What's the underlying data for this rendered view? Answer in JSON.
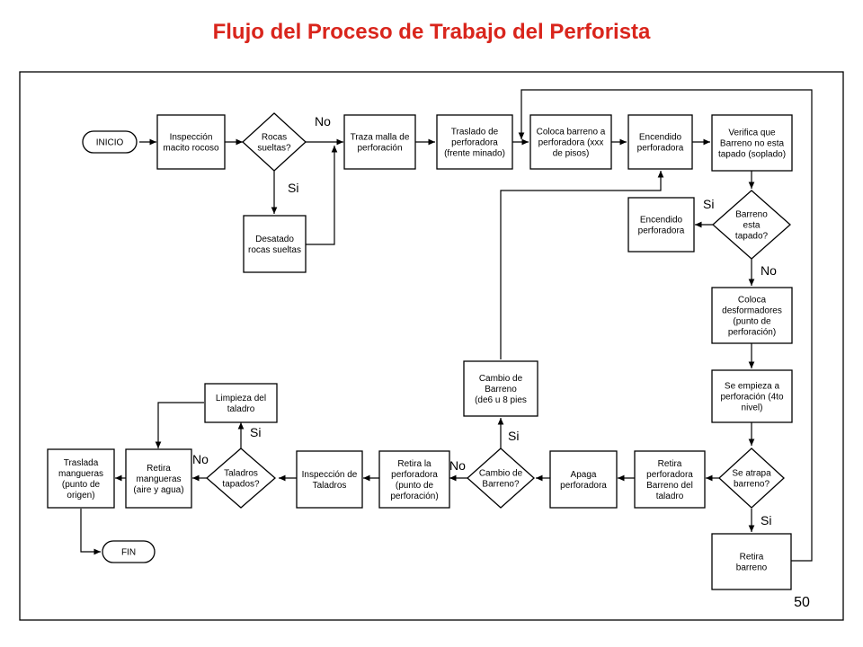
{
  "title": "Flujo del Proceso de Trabajo del Perforista",
  "page_number": "50",
  "nodes": {
    "inicio": [
      "INICIO"
    ],
    "inspeccion_macizo": [
      "Inspección",
      "macito rocoso"
    ],
    "rocas_sueltas": [
      "Rocas",
      "sueltas?"
    ],
    "desatado": [
      "Desatado",
      "rocas sueltas"
    ],
    "traza_malla": [
      "Traza malla de",
      "perforación"
    ],
    "traslado_perforadora": [
      "Traslado de",
      "perforadora",
      "(frente minado)"
    ],
    "coloca_barreno": [
      "Coloca barreno a",
      "perforadora (xxx",
      "de pisos)"
    ],
    "encendido_1": [
      "Encendido",
      "perforadora"
    ],
    "verifica_barreno": [
      "Verifica que",
      "Barreno no esta",
      "tapado (soplado)"
    ],
    "barreno_tapado": [
      "Barreno",
      "esta",
      "tapado?"
    ],
    "encendido_2": [
      "Encendido",
      "perforadora"
    ],
    "coloca_desformadores": [
      "Coloca",
      "desformadores",
      "(punto de",
      "perforación)"
    ],
    "empieza_perforacion": [
      "Se empieza a",
      "perforación (4to",
      "nivel)"
    ],
    "se_atrapa": [
      "Se atrapa",
      "barreno?"
    ],
    "retira_barreno": [
      "Retira",
      "barreno"
    ],
    "retira_perforadora_barreno": [
      "Retira",
      "perforadora",
      "Barreno del",
      "taladro"
    ],
    "apaga_perforadora": [
      "Apaga",
      "perforadora"
    ],
    "cambio_barreno_q": [
      "Cambio de",
      "Barreno?"
    ],
    "cambio_barreno": [
      "Cambio de",
      "Barreno",
      "(de6 u 8 pies"
    ],
    "retira_perforadora_punto": [
      "Retira la",
      "perforadora",
      "(punto de",
      "perforación)"
    ],
    "inspeccion_taladros": [
      "Inspección de",
      "Taladros"
    ],
    "taladros_tapados": [
      "Taladros",
      "tapados?"
    ],
    "limpieza_taladro": [
      "Limpieza del",
      "taladro"
    ],
    "retira_mangueras": [
      "Retira",
      "mangueras",
      "(aire y agua)"
    ],
    "traslada_mangueras": [
      "Traslada",
      "mangueras",
      "(punto de",
      "origen)"
    ],
    "fin": [
      "FIN"
    ]
  },
  "edge_labels": {
    "rocas_no": "No",
    "rocas_si": "Si",
    "barreno_tapado_si": "Si",
    "barreno_tapado_no": "No",
    "se_atrapa_si": "Si",
    "cambio_si": "Si",
    "cambio_no": "No",
    "taladros_si": "Si",
    "taladros_no": "No"
  }
}
